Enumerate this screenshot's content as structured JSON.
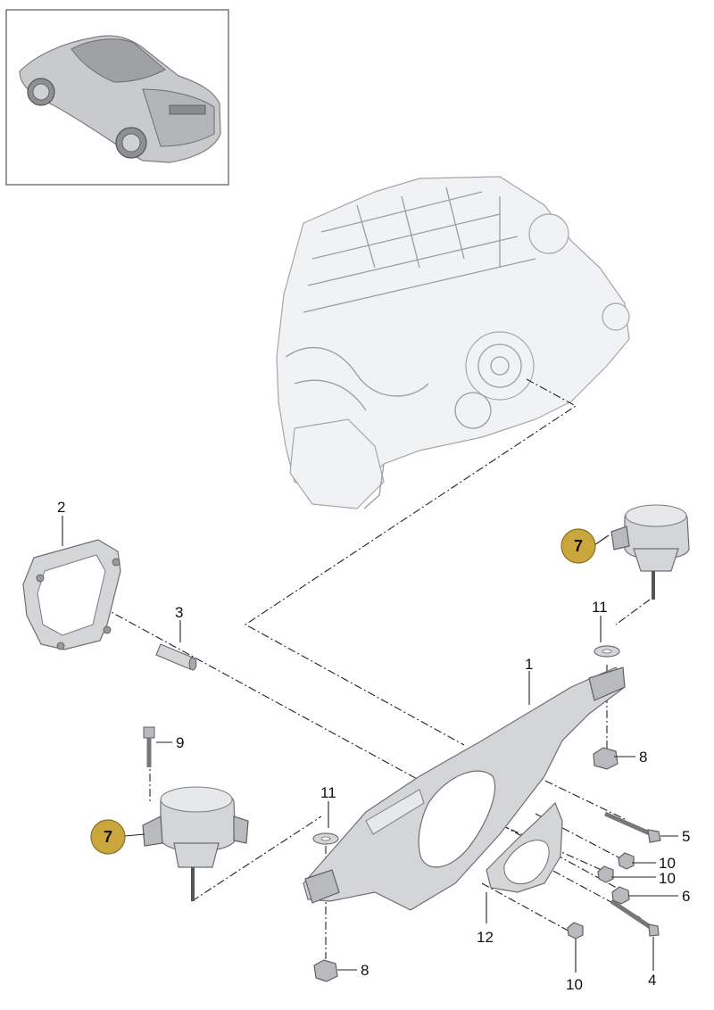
{
  "callouts": {
    "c1": "1",
    "c2": "2",
    "c3": "3",
    "c4": "4",
    "c5": "5",
    "c6": "6",
    "c7a": "7",
    "c7b": "7",
    "c8a": "8",
    "c8b": "8",
    "c9": "9",
    "c10a": "10",
    "c10b": "10",
    "c10c": "10",
    "c11a": "11",
    "c11b": "11",
    "c12": "12"
  },
  "colors": {
    "highlight_badge": "#c9a73c",
    "line": "#222222",
    "part": "#d4d5d7"
  },
  "icons": {
    "thumbnail": "sports-car-thumbnail",
    "engine": "engine-illustration"
  }
}
